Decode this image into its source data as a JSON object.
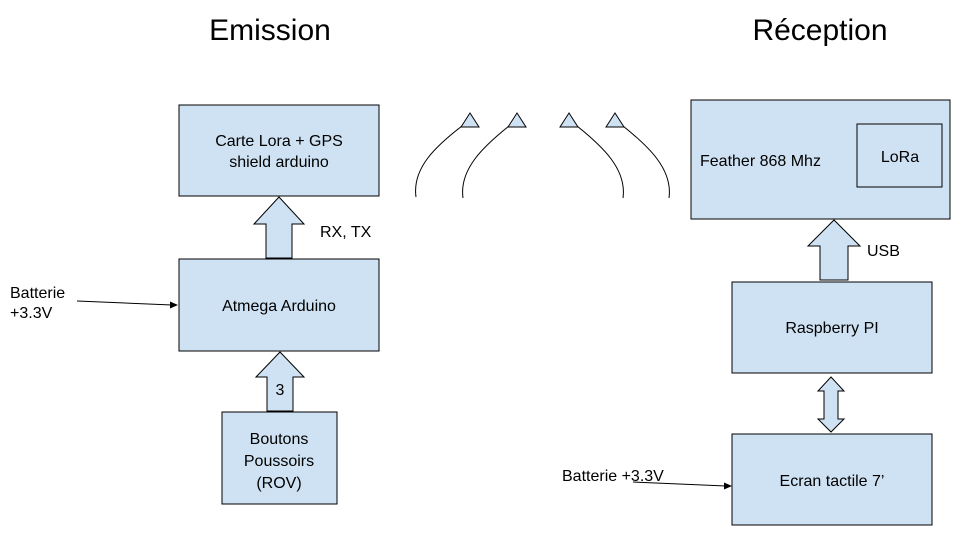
{
  "titles": {
    "emission": "Emission",
    "reception": "Réception"
  },
  "emission": {
    "lora_gps_line1": "Carte Lora + GPS",
    "lora_gps_line2": "shield arduino",
    "rx_tx": "RX, TX",
    "atmega": "Atmega Arduino",
    "battery_line1": "Batterie",
    "battery_line2": "+3.3V",
    "buttons_count": "3",
    "buttons_line1": "Boutons",
    "buttons_line2": "Poussoirs",
    "buttons_line3": "(ROV)"
  },
  "reception": {
    "feather": "Feather 868 Mhz",
    "lora": "LoRa",
    "usb": "USB",
    "raspberry": "Raspberry PI",
    "screen": "Ecran tactile 7’",
    "battery": "Batterie +3.3V"
  },
  "colors": {
    "block_fill": "#cfe2f3",
    "stroke": "#000000"
  }
}
